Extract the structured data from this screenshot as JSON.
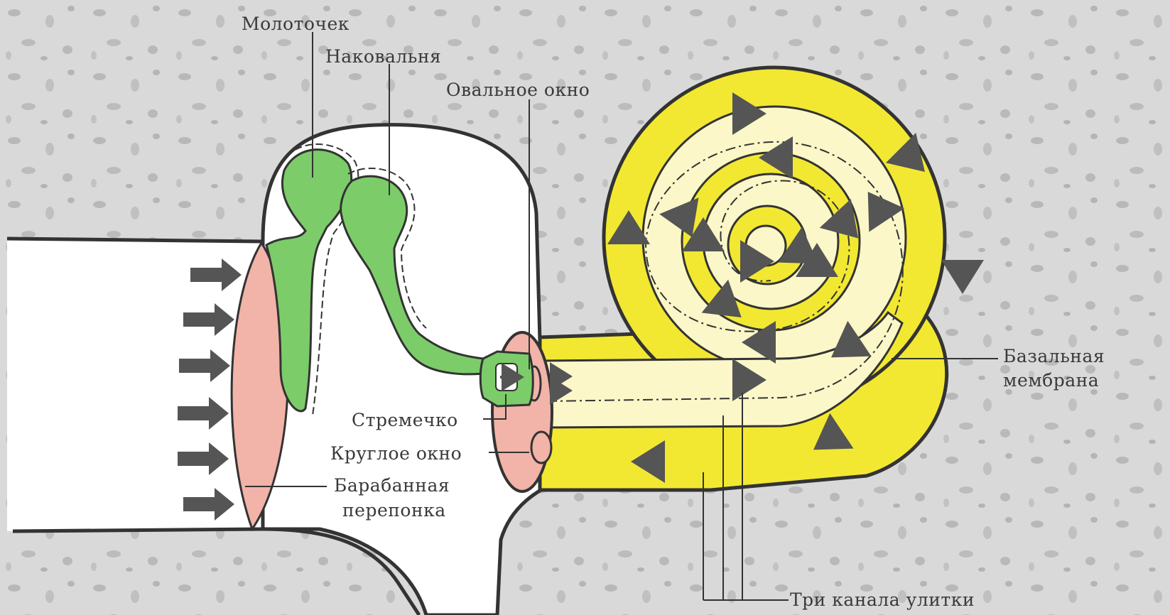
{
  "labels": {
    "malleus": "Молоточек",
    "incus": "Наковальня",
    "oval_window": "Овальное окно",
    "stapes": "Стремечко",
    "round_window": "Круглое окно",
    "eardrum_line1": "Барабанная",
    "eardrum_line2": "перепонка",
    "basilar_line1": "Базальная",
    "basilar_line2": "мембрана",
    "three_canals": "Три канала улитки"
  },
  "colors": {
    "bone": "#d9d9d9",
    "bone_dark": "#bdbdbd",
    "cavity": "#ffffff",
    "ossicle": "#7ccc6a",
    "eardrum": "#f2b3a8",
    "cochlea_outer": "#f2e832",
    "cochlea_inner": "#fbf7c8",
    "arrow": "#555555",
    "outline": "#333333"
  },
  "icons": {
    "sound_wave_arrows": "right-arrow",
    "fluid_flow_arrows": "small-arrow"
  }
}
